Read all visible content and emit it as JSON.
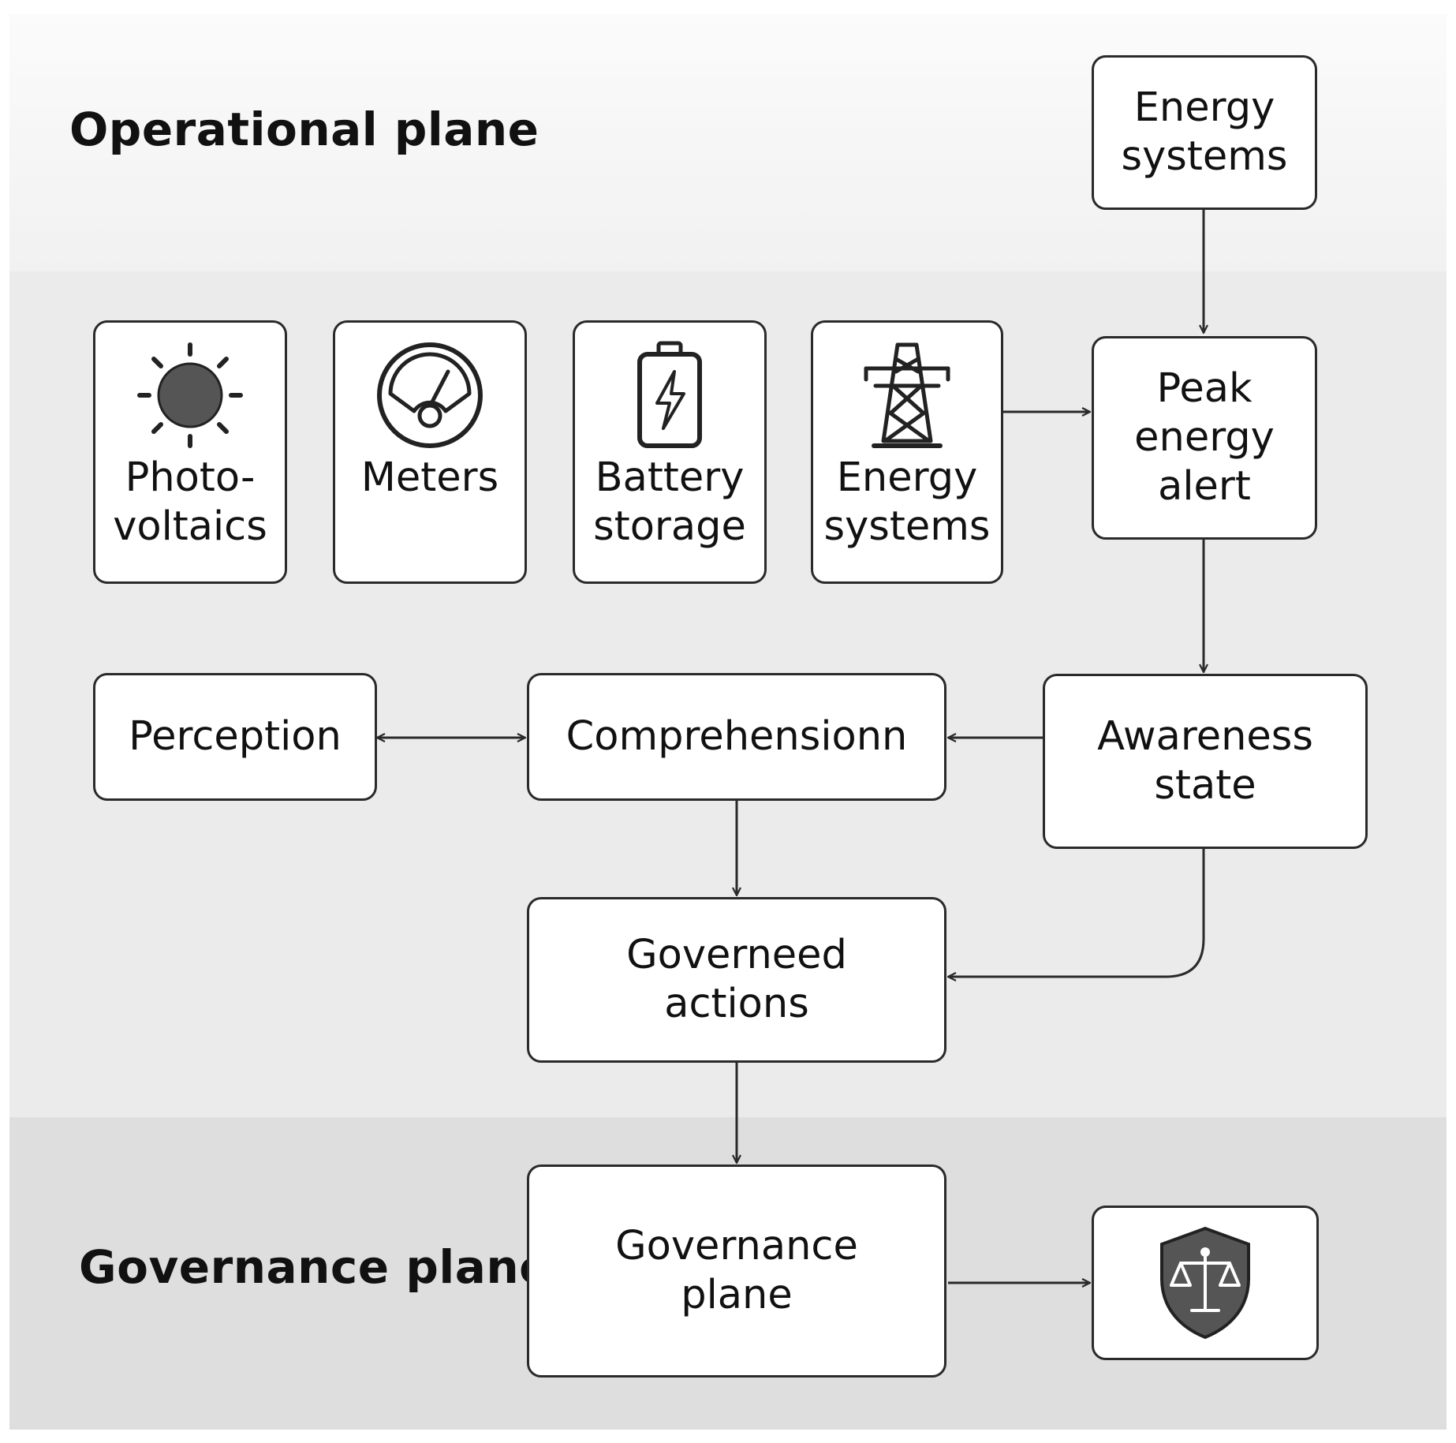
{
  "labels": {
    "operational_plane": "Operational plane",
    "governance_plane": "Governance plane"
  },
  "nodes": {
    "energy_systems_top": "Energy\nsystems",
    "photovoltaics": "Photo-\nvoltaics",
    "meters": "Meters",
    "battery_storage": "Battery\nstorage",
    "energy_systems": "Energy\nsystems",
    "peak_energy_alert": "Peak\nenergy\nalert",
    "perception": "Perception",
    "comprehension": "Comprehensionn",
    "awareness_state": "Awareness\nstate",
    "governed_actions": "Governeed\nactions",
    "governance_plane_box": "Governance\nplane"
  },
  "icons": {
    "photovoltaics": "sun-icon",
    "meters": "gauge-icon",
    "battery_storage": "battery-icon",
    "energy_systems": "transmission-tower-icon",
    "governance": "shield-scales-icon"
  },
  "colors": {
    "stroke": "#2a2a2a",
    "sun": "#555555",
    "shield": "#555555"
  }
}
